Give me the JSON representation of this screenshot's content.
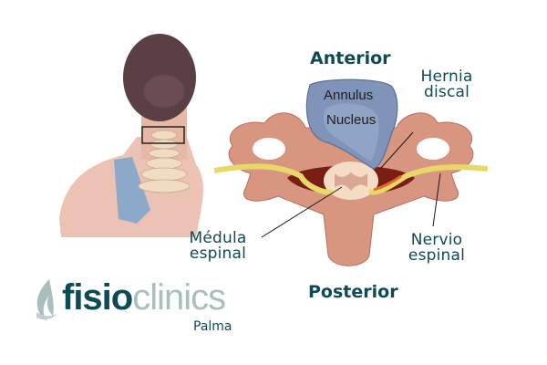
{
  "diagram": {
    "orientation": {
      "top": "Anterior",
      "bottom": "Posterior"
    },
    "disc_labels": {
      "annulus": "Annulus",
      "nucleus": "Nucleus"
    },
    "callouts": [
      {
        "line1": "Hernia",
        "line2": "discal"
      },
      {
        "line1": "Médula",
        "line2": "espinal"
      },
      {
        "line1": "Nervio",
        "line2": "espinal"
      }
    ]
  },
  "logo": {
    "part1": "fisio",
    "part2": "clinics",
    "location": "Palma"
  },
  "colors": {
    "label_teal": "#0d4a55",
    "logo_light": "#a8bfbd",
    "disc_blue": "#7f94b8",
    "bone": "#d99a85",
    "nerve": "#e8d86a",
    "cord": "#f6dcc4"
  }
}
